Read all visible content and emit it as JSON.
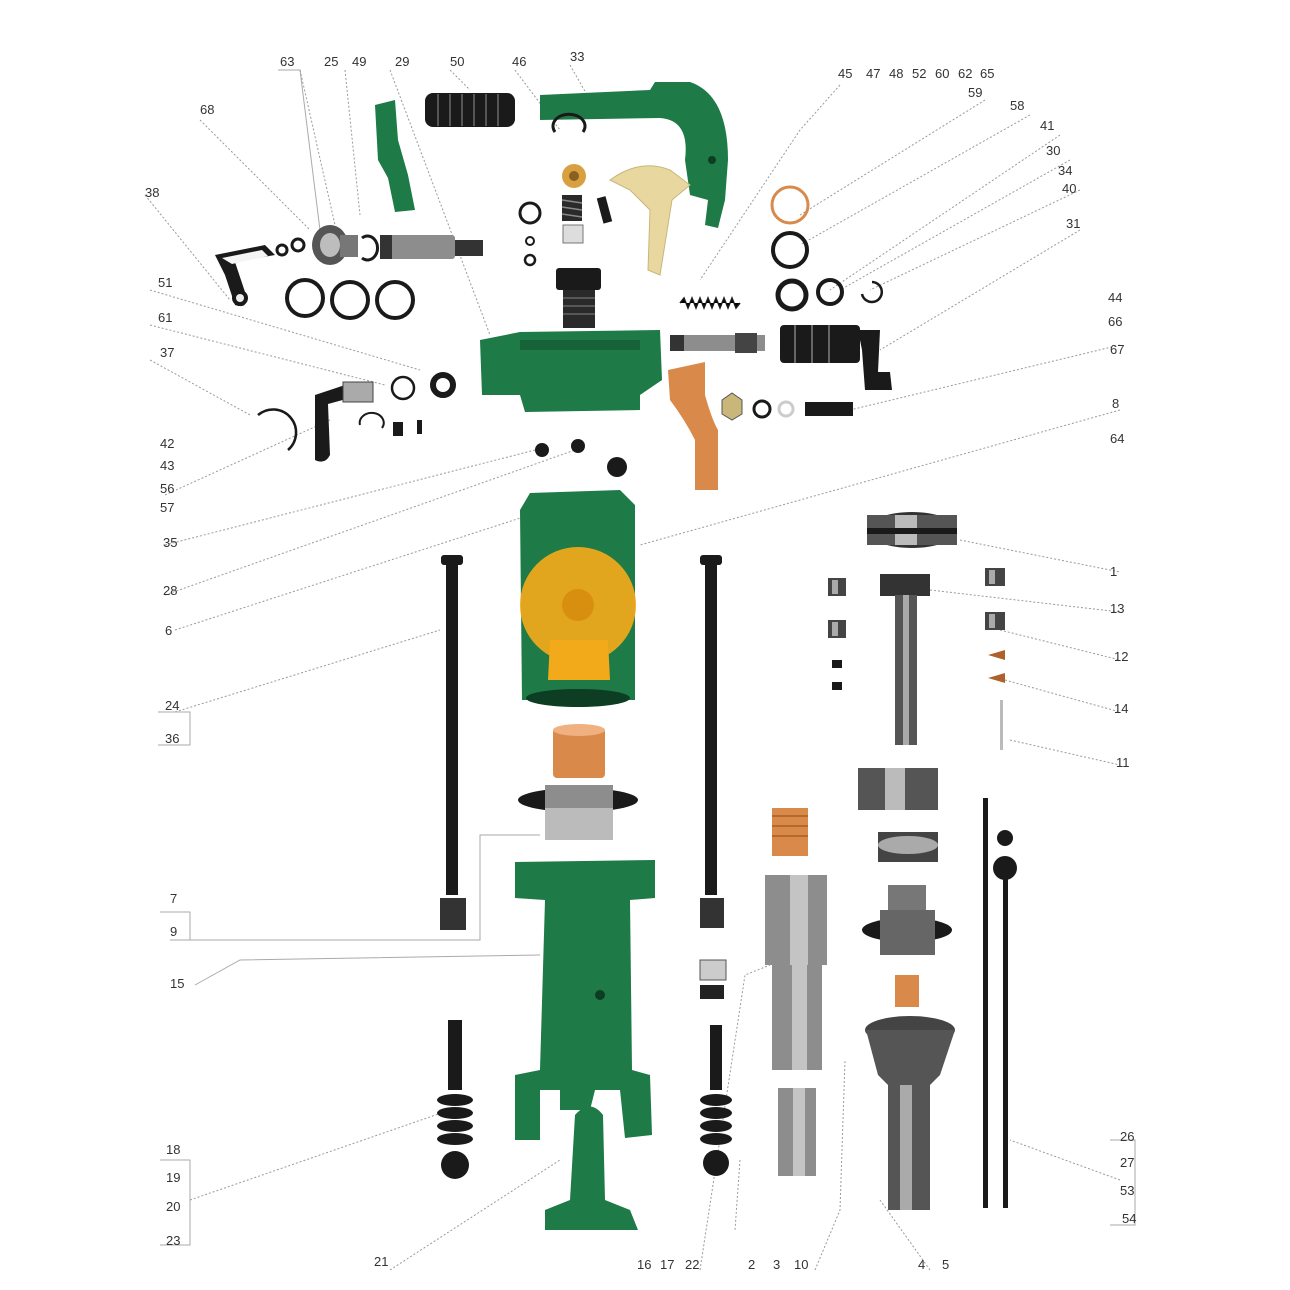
{
  "diagram": {
    "type": "exploded-parts-diagram",
    "colors": {
      "body_green": "#1e7a46",
      "dark_green": "#145c33",
      "amber": "#f2a91a",
      "copper": "#d98a4a",
      "steel": "#8d8d8d",
      "black": "#1a1a1a",
      "cream": "#e8d8a0"
    },
    "part_numbers": [
      "63",
      "25",
      "49",
      "29",
      "50",
      "46",
      "33",
      "45",
      "47",
      "48",
      "52",
      "60",
      "62",
      "65",
      "59",
      "58",
      "41",
      "30",
      "34",
      "40",
      "31",
      "68",
      "38",
      "51",
      "61",
      "37",
      "42",
      "43",
      "56",
      "57",
      "44",
      "66",
      "67",
      "8",
      "64",
      "35",
      "28",
      "6",
      "24",
      "36",
      "1",
      "13",
      "12",
      "14",
      "11",
      "7",
      "9",
      "15",
      "18",
      "19",
      "20",
      "23",
      "21",
      "16",
      "17",
      "22",
      "2",
      "3",
      "10",
      "4",
      "5",
      "26",
      "27",
      "53",
      "54"
    ]
  }
}
